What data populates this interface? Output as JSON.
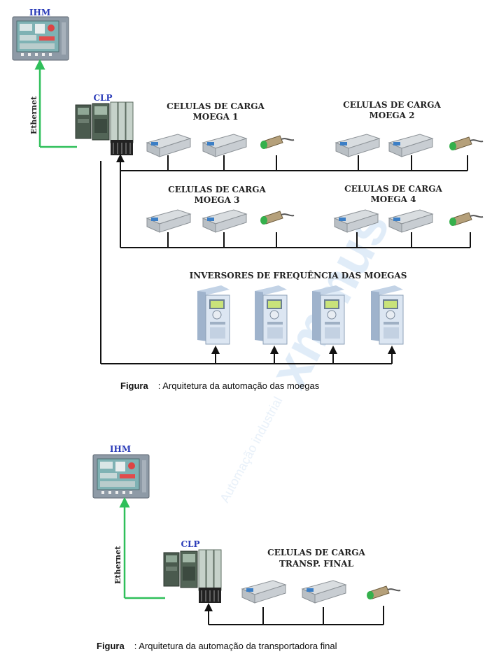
{
  "watermark": {
    "brand": "xmmus",
    "sub": "Automação industrial"
  },
  "diagram1": {
    "ihm_label": "IHM",
    "clp_label": "CLP",
    "ethernet_label": "Ethernet",
    "groups": [
      {
        "line1": "CELULAS DE CARGA",
        "line2": "MOEGA 1"
      },
      {
        "line1": "CELULAS DE CARGA",
        "line2": "MOEGA 2"
      },
      {
        "line1": "CELULAS DE CARGA",
        "line2": "MOEGA 3"
      },
      {
        "line1": "CELULAS DE CARGA",
        "line2": "MOEGA 4"
      }
    ],
    "inverters_title": "INVERSORES DE FREQUÊNCIA DAS MOEGAS",
    "caption_prefix": "Figura",
    "caption_text": ": Arquitetura da automação das moegas"
  },
  "diagram2": {
    "ihm_label": "IHM",
    "clp_label": "CLP",
    "ethernet_label": "Ethernet",
    "group": {
      "line1": "CELULAS DE CARGA",
      "line2": "TRANSP. FINAL"
    },
    "caption_prefix": "Figura",
    "caption_text": ": Arquitetura da automação da transportadora final"
  },
  "colors": {
    "ethernet": "#2fbf5a",
    "wire": "#111111",
    "ihm_text": "#2a3bb8"
  }
}
